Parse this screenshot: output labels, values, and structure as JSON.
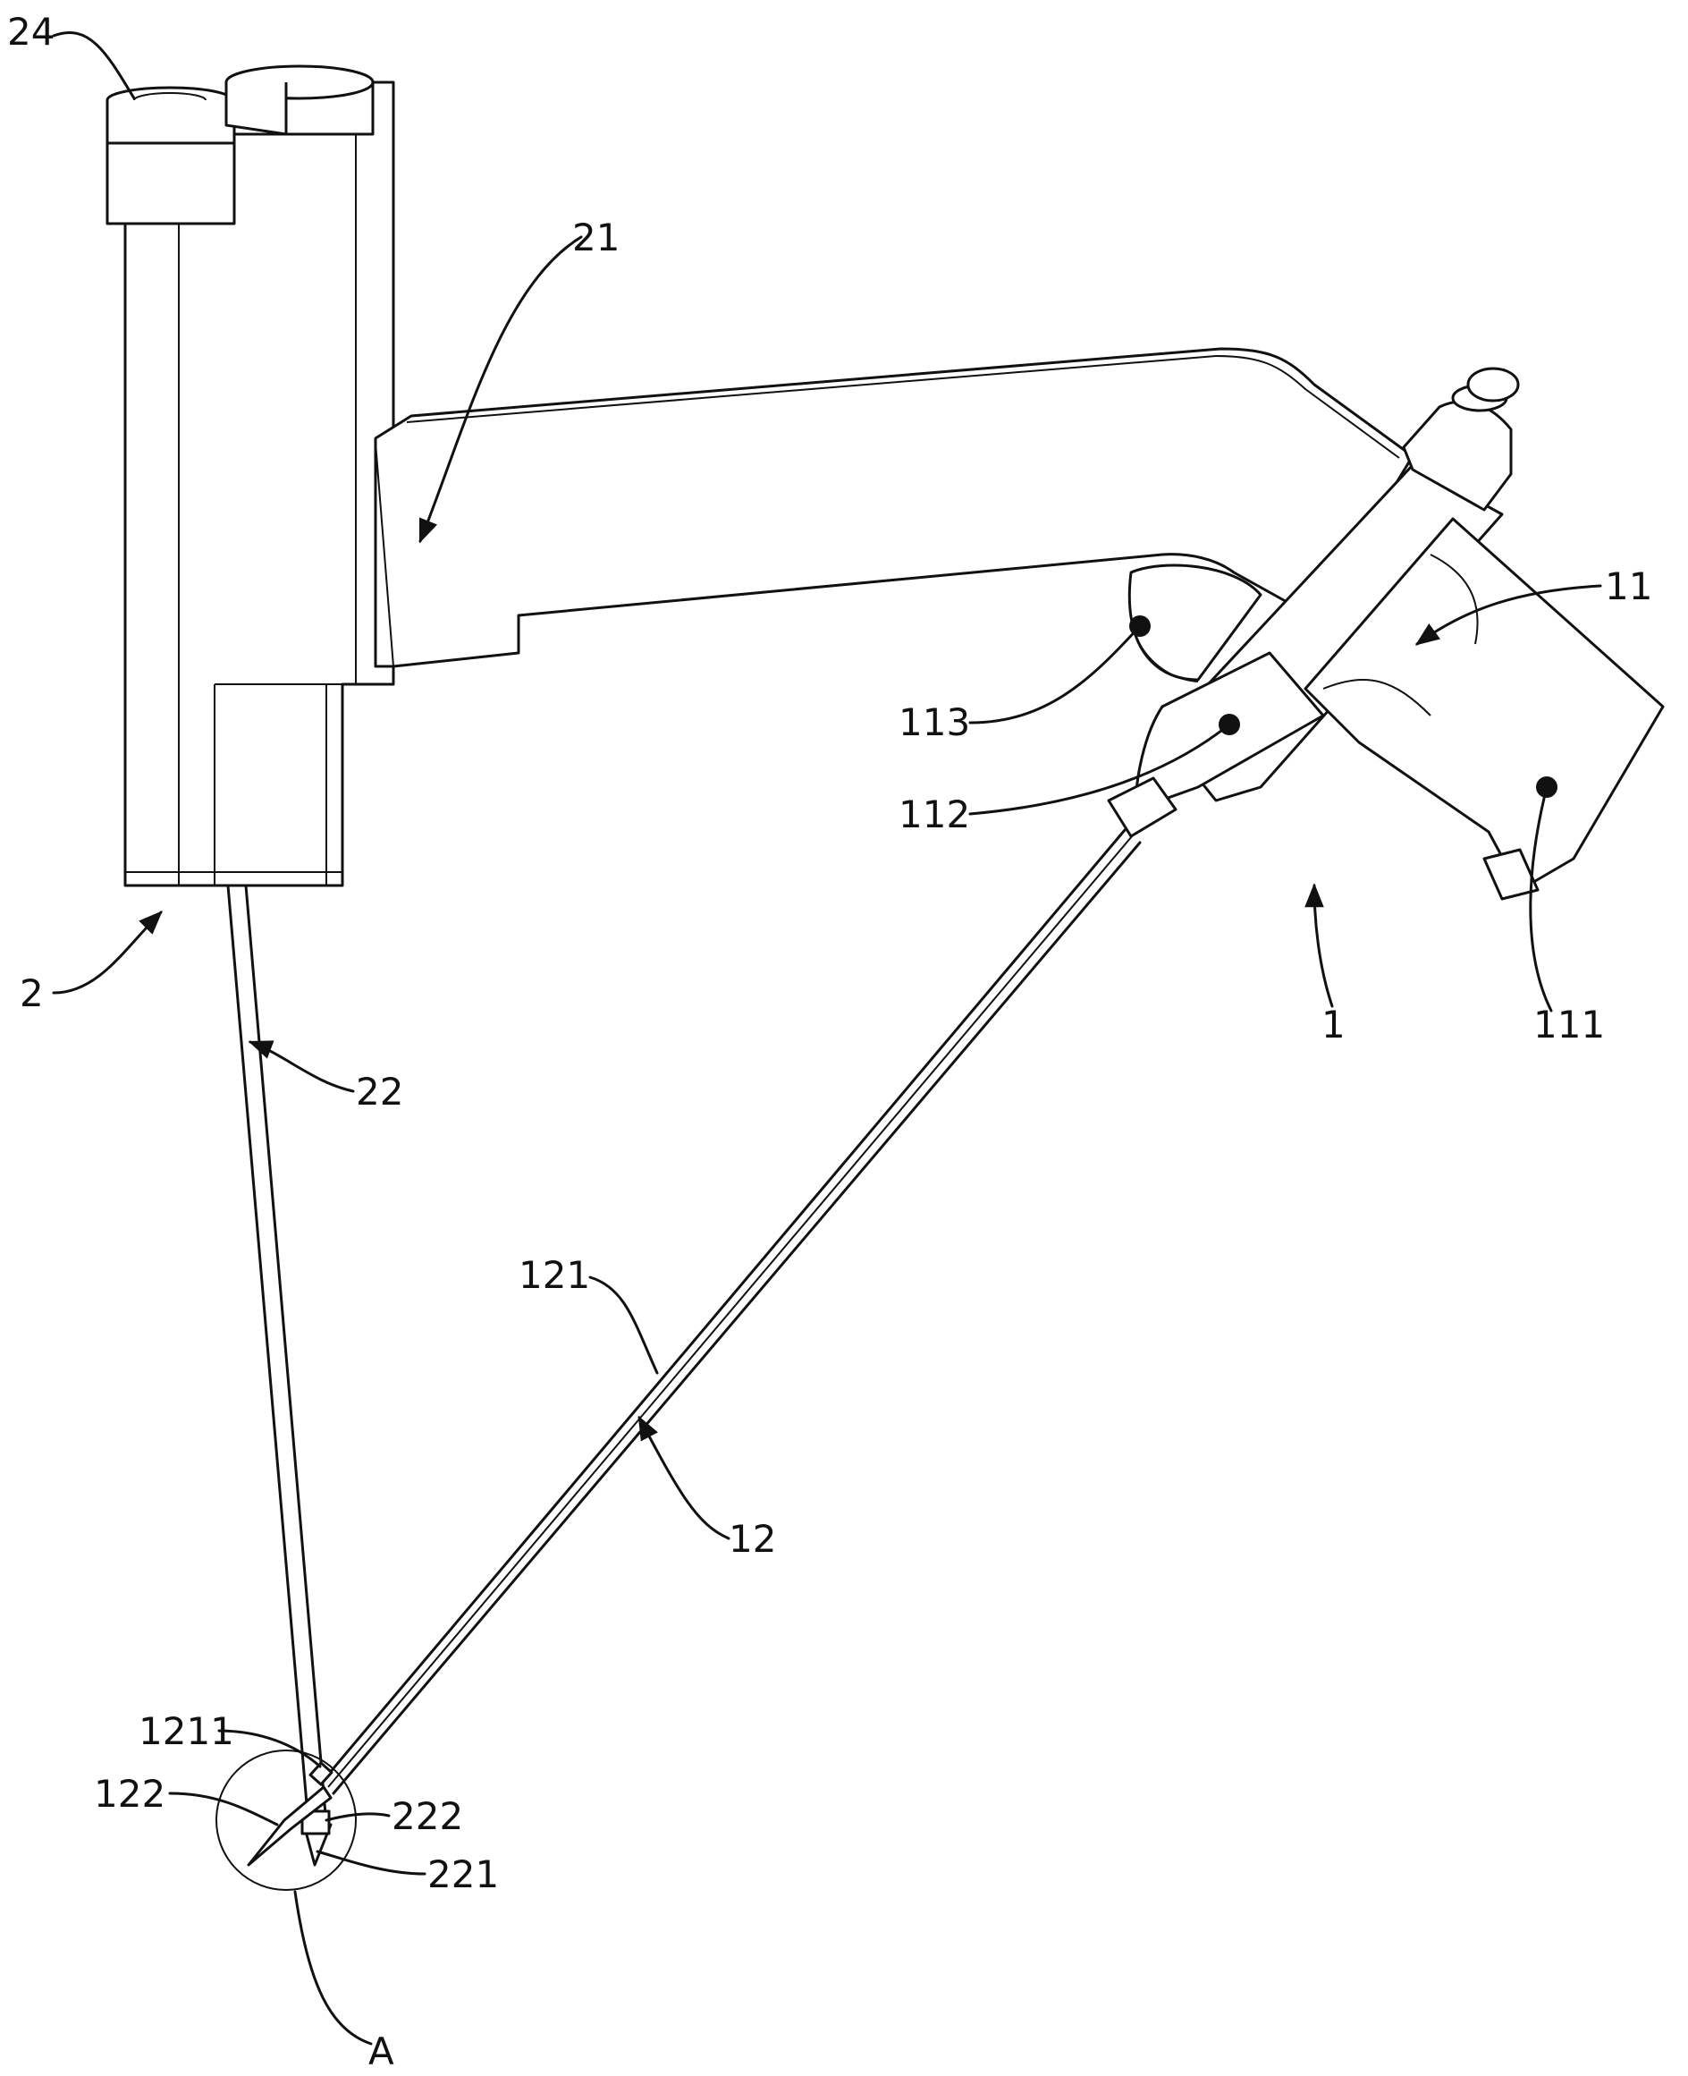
{
  "labels": {
    "l24": "24",
    "l21": "21",
    "l11": "11",
    "l113": "113",
    "l112": "112",
    "l111": "111",
    "l1": "1",
    "l2": "2",
    "l22": "22",
    "l121": "121",
    "l12": "12",
    "l1211": "1211",
    "l122": "122",
    "l222": "222",
    "l221": "221",
    "lA": "A"
  }
}
